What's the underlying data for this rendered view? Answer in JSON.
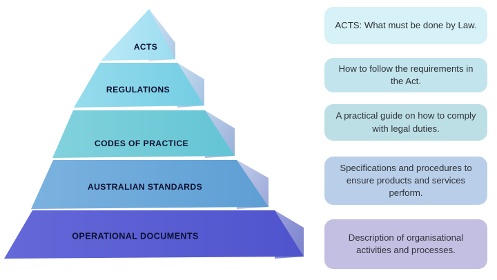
{
  "diagram": {
    "title": "Hierarchy of legislation and documents pyramid",
    "pyramid": {
      "tiers": [
        {
          "label": "ACTS",
          "fill": "#a8e4f4",
          "side_fill": "#bfd8ef"
        },
        {
          "label": "REGULATIONS",
          "fill": "#87d8ea",
          "side_fill": "#b6cfe6"
        },
        {
          "label": "CODES OF PRACTICE",
          "fill": "#74ccd8",
          "side_fill": "#a9bfe0"
        },
        {
          "label": "AUSTRALIAN STANDARDS",
          "fill": "#6ba8da",
          "side_fill": "#b4c0e2"
        },
        {
          "label": "OPERATIONAL DOCUMENTS",
          "fill": "#5a5fd3",
          "side_fill": "#8189cf"
        }
      ]
    },
    "callouts": [
      {
        "id": "callout-acts",
        "text": "ACTS: What must be done by Law.",
        "color": "#d6f1f7"
      },
      {
        "id": "callout-regulations",
        "text": "How to follow the requirements in the Act.",
        "color": "#c2e4ec"
      },
      {
        "id": "callout-codes-of-practice",
        "text": "A practical guide on how to comply with legal duties.",
        "color": "#bcdfe6"
      },
      {
        "id": "callout-australian-standards",
        "text": "Specifications and procedures to ensure products and services perform.",
        "color": "#b9cfe9"
      },
      {
        "id": "callout-operational-documents",
        "text": "Description of organisational activities and processes.",
        "color": "#c2bfe3"
      }
    ]
  }
}
